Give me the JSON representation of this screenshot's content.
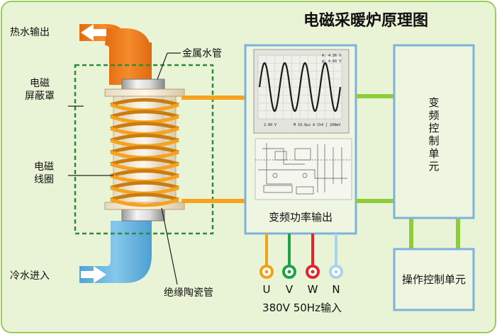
{
  "title": "电磁采暖炉原理图",
  "labels": {
    "hot_water_out": "热水输出",
    "metal_pipe": "金属水管",
    "shield_line1": "电磁",
    "shield_line2": "屏蔽罩",
    "coil_line1": "电磁",
    "coil_line2": "线圈",
    "cold_water_in": "冷水进入",
    "ceramic_pipe": "绝缘陶瓷管",
    "power_box": "变频功率输出",
    "freq_control_vertical": "变频控制单元",
    "op_control": "操作控制单元",
    "input_spec": "380V 50Hz输入"
  },
  "phases": [
    {
      "name": "U",
      "color": "#f0a21a"
    },
    {
      "name": "V",
      "color": "#1fa04a"
    },
    {
      "name": "W",
      "color": "#e0252b"
    },
    {
      "name": "N",
      "color": "#a9d4ee"
    }
  ],
  "scope": {
    "readout_1": "A: 4.36 V",
    "readout_2": "@: 4.60 V",
    "readout_3": "2.00 V",
    "readout_4": "M 10.0μs  A  Ch4 ∫  208mV"
  },
  "colors": {
    "background": "#e9f3d6",
    "border": "#9ccb5a",
    "hot": "#ef7a1a",
    "cold": "#63b3df",
    "coil": "#f6a21e",
    "box_border": "#7fb2da",
    "link_green": "#8fcc3c",
    "shield": "#2e8b3a"
  }
}
